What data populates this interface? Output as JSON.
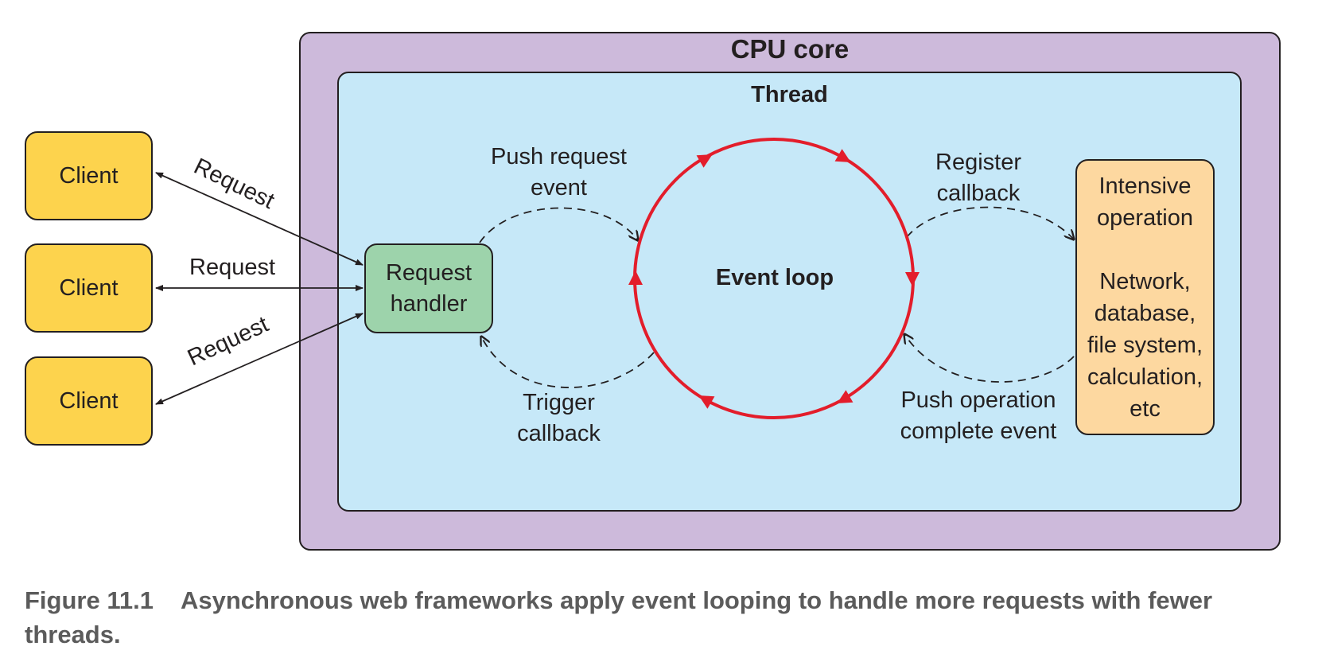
{
  "cpu_core": {
    "title": "CPU core"
  },
  "thread": {
    "title": "Thread"
  },
  "clients": [
    {
      "label": "Client"
    },
    {
      "label": "Client"
    },
    {
      "label": "Client"
    }
  ],
  "requests": [
    {
      "label": "Request"
    },
    {
      "label": "Request"
    },
    {
      "label": "Request"
    }
  ],
  "request_handler": {
    "line1": "Request",
    "line2": "handler"
  },
  "event_loop": {
    "label": "Event loop"
  },
  "intensive_operation": {
    "title_line1": "Intensive",
    "title_line2": "operation",
    "examples": [
      "Network,",
      "database,",
      "file system,",
      "calculation,",
      "etc"
    ]
  },
  "edges": {
    "push_request": {
      "line1": "Push request",
      "line2": "event"
    },
    "trigger_callback": {
      "line1": "Trigger",
      "line2": "callback"
    },
    "register_callback": {
      "line1": "Register",
      "line2": "callback"
    },
    "push_operation": {
      "line1": "Push operation",
      "line2": "complete event"
    }
  },
  "caption": {
    "number": "Figure 11.1",
    "text": "Asynchronous web frameworks apply event looping to handle more requests with fewer threads."
  },
  "colors": {
    "cpu_core": "#cdbadb",
    "thread": "#c6e8f8",
    "client": "#fdd34d",
    "request_handler": "#9dd3ab",
    "intensive_operation": "#fdd8a0",
    "event_loop_stroke": "#e31d2b",
    "caption_text": "#5b5b5b"
  }
}
